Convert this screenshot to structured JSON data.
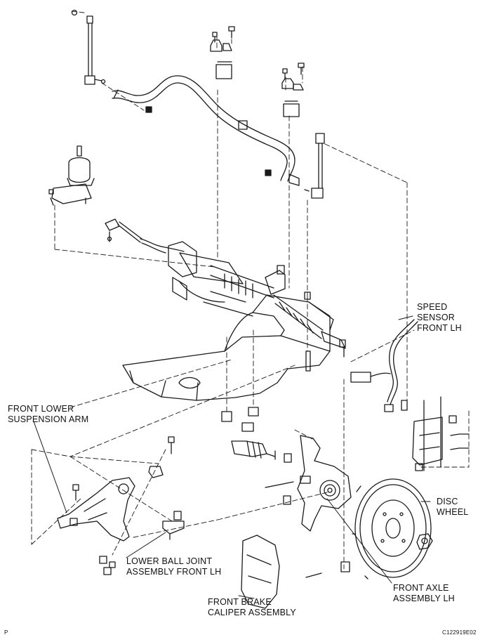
{
  "labels": {
    "speed_sensor": [
      "SPEED",
      "SENSOR",
      "FRONT LH"
    ],
    "front_lower_suspension_arm": [
      "FRONT LOWER",
      "SUSPENSION ARM"
    ],
    "disc_wheel": [
      "DISC",
      "WHEEL"
    ],
    "lower_ball_joint": [
      "LOWER BALL JOINT",
      "ASSEMBLY FRONT LH"
    ],
    "front_axle": [
      "FRONT AXLE",
      "ASSEMBLY LH"
    ],
    "front_brake_caliper": [
      "FRONT BRAKE",
      "CALIPER ASSEMBLY"
    ]
  },
  "footer": {
    "corner_mark": "P",
    "figure_code": "C122919E02"
  }
}
